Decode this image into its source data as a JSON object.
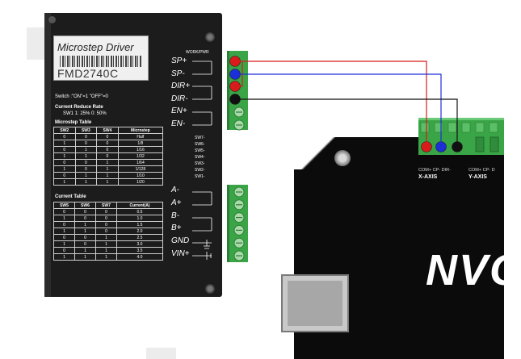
{
  "driver": {
    "title": "Microstep Driver",
    "model": "FMD2740C",
    "status_label": "WORK/PWR",
    "switch_note": "Switch :\"ON\"=1 \"OFF\"=0",
    "reduce_title": "Current Reduce Rate",
    "reduce_values": "SW1     1: 25%    0: 50%",
    "microstep_title": "Microstep Table",
    "microstep_table": {
      "headers": [
        "SW2",
        "SW3",
        "SW4",
        "Microstep"
      ],
      "rows": [
        [
          "0",
          "0",
          "0",
          "Half"
        ],
        [
          "1",
          "0",
          "0",
          "1/8"
        ],
        [
          "0",
          "1",
          "0",
          "1/16"
        ],
        [
          "1",
          "1",
          "0",
          "1/32"
        ],
        [
          "0",
          "0",
          "1",
          "1/64"
        ],
        [
          "1",
          "0",
          "1",
          "1/128"
        ],
        [
          "0",
          "1",
          "1",
          "1/10"
        ],
        [
          "1",
          "1",
          "1",
          "1/20"
        ]
      ]
    },
    "current_title": "Current Table",
    "current_table": {
      "headers": [
        "SW5",
        "SW6",
        "SW7",
        "Current(A)"
      ],
      "rows": [
        [
          "0",
          "0",
          "0",
          "0.5"
        ],
        [
          "1",
          "0",
          "0",
          "1.0"
        ],
        [
          "0",
          "1",
          "0",
          "1.5"
        ],
        [
          "1",
          "1",
          "0",
          "2.0"
        ],
        [
          "0",
          "0",
          "1",
          "2.5"
        ],
        [
          "1",
          "0",
          "1",
          "3.0"
        ],
        [
          "0",
          "1",
          "1",
          "3.5"
        ],
        [
          "1",
          "1",
          "1",
          "4.0"
        ]
      ]
    },
    "dip_labels": [
      "SW7-",
      "SW6-",
      "SW5-",
      "SW4-",
      "SW3-",
      "SW2-",
      "SW1-"
    ],
    "signal_pins": [
      "SP+",
      "SP-",
      "DIR+",
      "DIR-",
      "EN+",
      "EN-"
    ],
    "power_pins": [
      "A-",
      "A+",
      "B-",
      "B+",
      "GND",
      "VIN+"
    ]
  },
  "controller": {
    "x_pins": "COM+ CP- DIR-",
    "x_axis": "X-AXIS",
    "y_pins": "COM+ CP- D",
    "y_axis": "Y-AXIS",
    "brand": "NVC"
  },
  "colors": {
    "wire_red": "#d81b1b",
    "wire_blue": "#1d2fd6",
    "wire_black": "#111111",
    "terminal_green": "#3aa547",
    "driver_body": "#1c1c1c"
  }
}
